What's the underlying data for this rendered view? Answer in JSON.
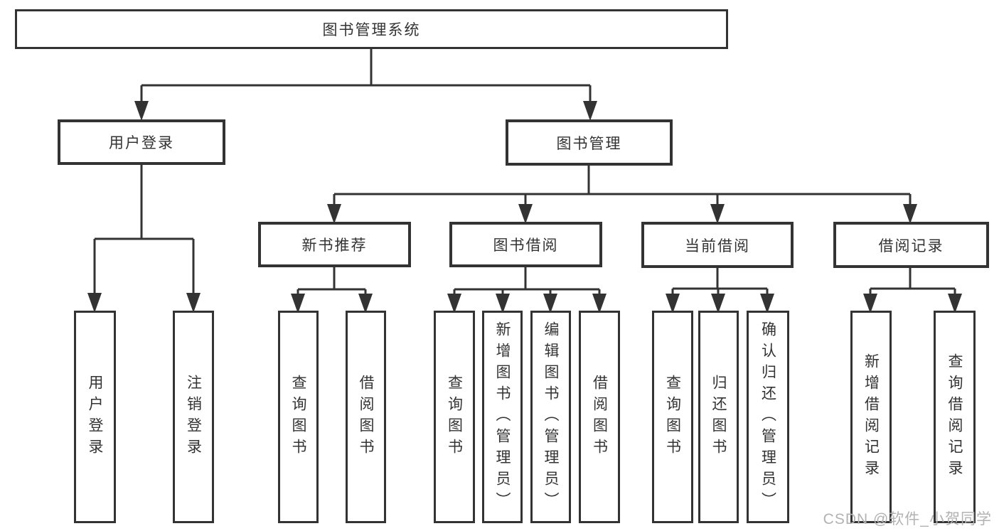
{
  "title": "图书管理系统",
  "nodes": {
    "root": {
      "label": "图书管理系统"
    },
    "level2": [
      {
        "label": "用户登录"
      },
      {
        "label": "图书管理"
      }
    ],
    "level3": [
      {
        "label": "新书推荐"
      },
      {
        "label": "图书借阅"
      },
      {
        "label": "当前借阅"
      },
      {
        "label": "借阅记录"
      }
    ],
    "leaves": [
      {
        "label": "用户登录"
      },
      {
        "label": "注销登录"
      },
      {
        "label": "查询图书"
      },
      {
        "label": "借阅图书"
      },
      {
        "label": "查询图书"
      },
      {
        "label": "新增图书（管理员）"
      },
      {
        "label": "编辑图书（管理员）"
      },
      {
        "label": "借阅图书"
      },
      {
        "label": "查询图书"
      },
      {
        "label": "归还图书"
      },
      {
        "label": "确认归还（管理员）"
      },
      {
        "label": "新增借阅记录"
      },
      {
        "label": "查询借阅记录"
      }
    ]
  },
  "hierarchy": {
    "图书管理系统": [
      "用户登录",
      "图书管理"
    ],
    "用户登录": [
      "用户登录",
      "注销登录"
    ],
    "图书管理": [
      "新书推荐",
      "图书借阅",
      "当前借阅",
      "借阅记录"
    ],
    "新书推荐": [
      "查询图书",
      "借阅图书"
    ],
    "图书借阅": [
      "查询图书",
      "新增图书（管理员）",
      "编辑图书（管理员）",
      "借阅图书"
    ],
    "当前借阅": [
      "查询图书",
      "归还图书",
      "确认归还（管理员）"
    ],
    "借阅记录": [
      "新增借阅记录",
      "查询借阅记录"
    ]
  },
  "watermark": "CSDN @软件_小贺同学",
  "colors": {
    "line": "#333333",
    "border": "#333333",
    "text": "#333333",
    "background": "#ffffff",
    "watermark": "#b2b2b2"
  }
}
